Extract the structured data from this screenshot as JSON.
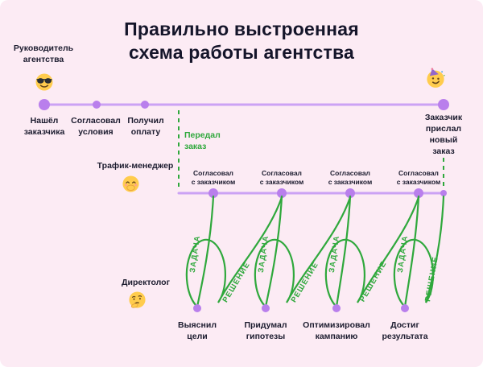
{
  "title": "Правильно выстроенная\nсхема работы агентства",
  "colors": {
    "background": "#FCEBF4",
    "purple_line": "#CBA2F4",
    "purple_dot": "#B97FEC",
    "green": "#2FA83C",
    "text": "#1B1B2E"
  },
  "roles": {
    "agency_head": {
      "label": "Руководитель\nагентства",
      "emoji": "cool-face"
    },
    "traffic_manager": {
      "label": "Трафик-менеджер",
      "emoji": "hand-over-mouth-face"
    },
    "direct_specialist": {
      "label": "Директолог",
      "emoji": "thinking-face"
    }
  },
  "top_timeline": {
    "steps": [
      "Нашёл\nзаказчика",
      "Согласовал\nусловия",
      "Получил\nоплату"
    ],
    "handoff_label": "Передал\nзаказ",
    "end_label": "Заказчик\nприслал\nновый заказ",
    "end_emoji": "partying-face"
  },
  "middle_timeline": {
    "step_label": "Согласовал\nс заказчиком"
  },
  "loops": {
    "down_label": "ЗАДАЧА",
    "up_label": "РЕШЕНИЕ"
  },
  "bottom_steps": [
    "Выяснил\nцели",
    "Придумал\nгипотезы",
    "Оптимизировал\nкампанию",
    "Достиг\nрезультата"
  ]
}
